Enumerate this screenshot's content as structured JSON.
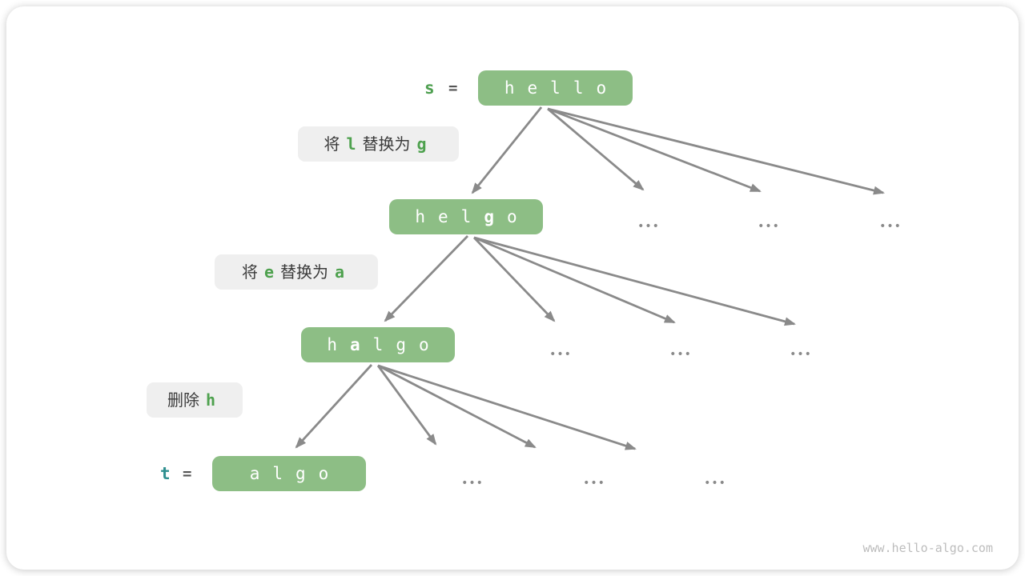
{
  "page": {
    "watermark": "www.hello-algo.com"
  },
  "colors": {
    "node_green": "#8dbe85",
    "accent_green": "#4ea14e",
    "var_s_green": "#4e9f50",
    "var_t_teal": "#2e8f8f",
    "label_bg": "#efefef",
    "label_text": "#3b3b3b",
    "arrow_gray": "#8a8a8a",
    "node_text": "#ffffff",
    "watermark_gray": "#bdbdbd"
  },
  "diagram": {
    "ellipsis": "•••",
    "vars": {
      "s": {
        "name": "s",
        "eq": "="
      },
      "t": {
        "name": "t",
        "eq": "="
      }
    },
    "nodes": [
      {
        "id": "hello",
        "letters": [
          "h",
          "e",
          "l",
          "l",
          "o"
        ]
      },
      {
        "id": "helgo",
        "letters": [
          "h",
          "e",
          "l",
          "g",
          "o"
        ]
      },
      {
        "id": "halgo",
        "letters": [
          "h",
          "a",
          "l",
          "g",
          "o"
        ]
      },
      {
        "id": "algo",
        "letters": [
          "a",
          "l",
          "g",
          "o"
        ]
      }
    ],
    "operations": [
      {
        "t1": "将",
        "c1": "l",
        "t2": "替换为",
        "c2": "g"
      },
      {
        "t1": "将",
        "c1": "e",
        "t2": "替换为",
        "c2": "a"
      },
      {
        "t1": "删除",
        "c1": "h"
      }
    ]
  }
}
